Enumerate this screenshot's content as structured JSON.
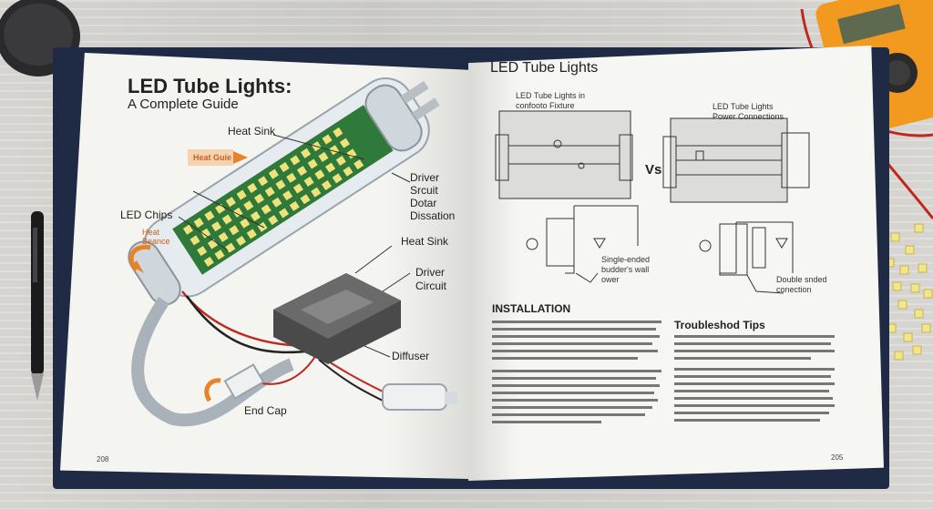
{
  "left_page": {
    "title": "LED Tube Lights:",
    "subtitle": "A Complete Guide",
    "labels": {
      "heat_sink_top": "Heat Sink",
      "heat_guide": "Heat Guie",
      "driver_block": "Driver\nSrcuit\nDotar\nDissation",
      "led_chips": "LED Chips",
      "heat_beam": "Heat\nBeance",
      "heat_sink_mid": "Heat Sink",
      "driver_circuit": "Driver\nCircuit",
      "diffuser": "Diffuser",
      "end_cap": "End Cap"
    },
    "page_number": "208"
  },
  "right_page": {
    "title": "LED Tube Lights",
    "diagram_left_caption": "LED Tube Lights in\nconfooto Fixture",
    "diagram_right_caption": "LED Tube Lights\nPower Connections",
    "vs": "Vs",
    "single_ended": "Single-ended\nbudder's wall\nower",
    "double_ended": "Double snded\nconection",
    "installation_heading": "INSTALLATION",
    "troubleshoot_heading": "Troubleshod Tips",
    "page_number": "205"
  },
  "colors": {
    "cover": "#1f2a44",
    "pcb": "#2f7a3a",
    "arrow": "#e8822a"
  }
}
